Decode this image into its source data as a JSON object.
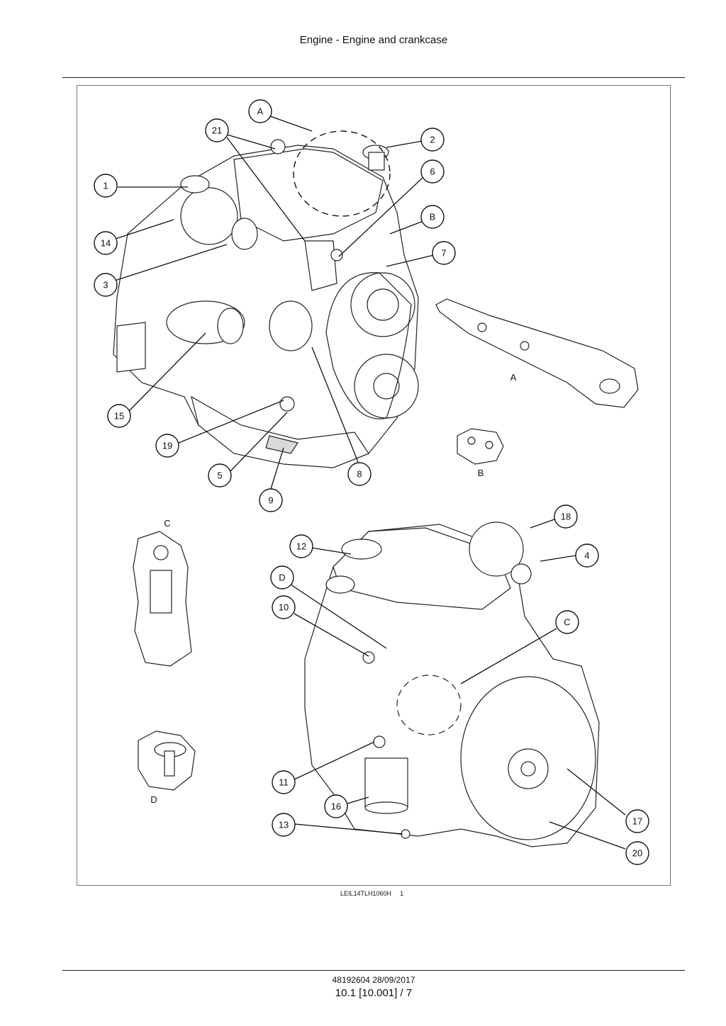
{
  "header": {
    "title": "Engine - Engine and crankcase"
  },
  "figure": {
    "code": "LEIL14TLH1060H",
    "number": "1",
    "detail_labels": [
      "A",
      "B",
      "C",
      "D"
    ],
    "callouts": [
      "A",
      "21",
      "2",
      "6",
      "1",
      "B",
      "14",
      "7",
      "3",
      "15",
      "19",
      "5",
      "8",
      "9",
      "18",
      "12",
      "4",
      "D",
      "10",
      "C",
      "11",
      "16",
      "13",
      "17",
      "20"
    ]
  },
  "footer": {
    "doc_ref": "48192604 28/09/2017",
    "page_ref": "10.1 [10.001] / 7"
  }
}
